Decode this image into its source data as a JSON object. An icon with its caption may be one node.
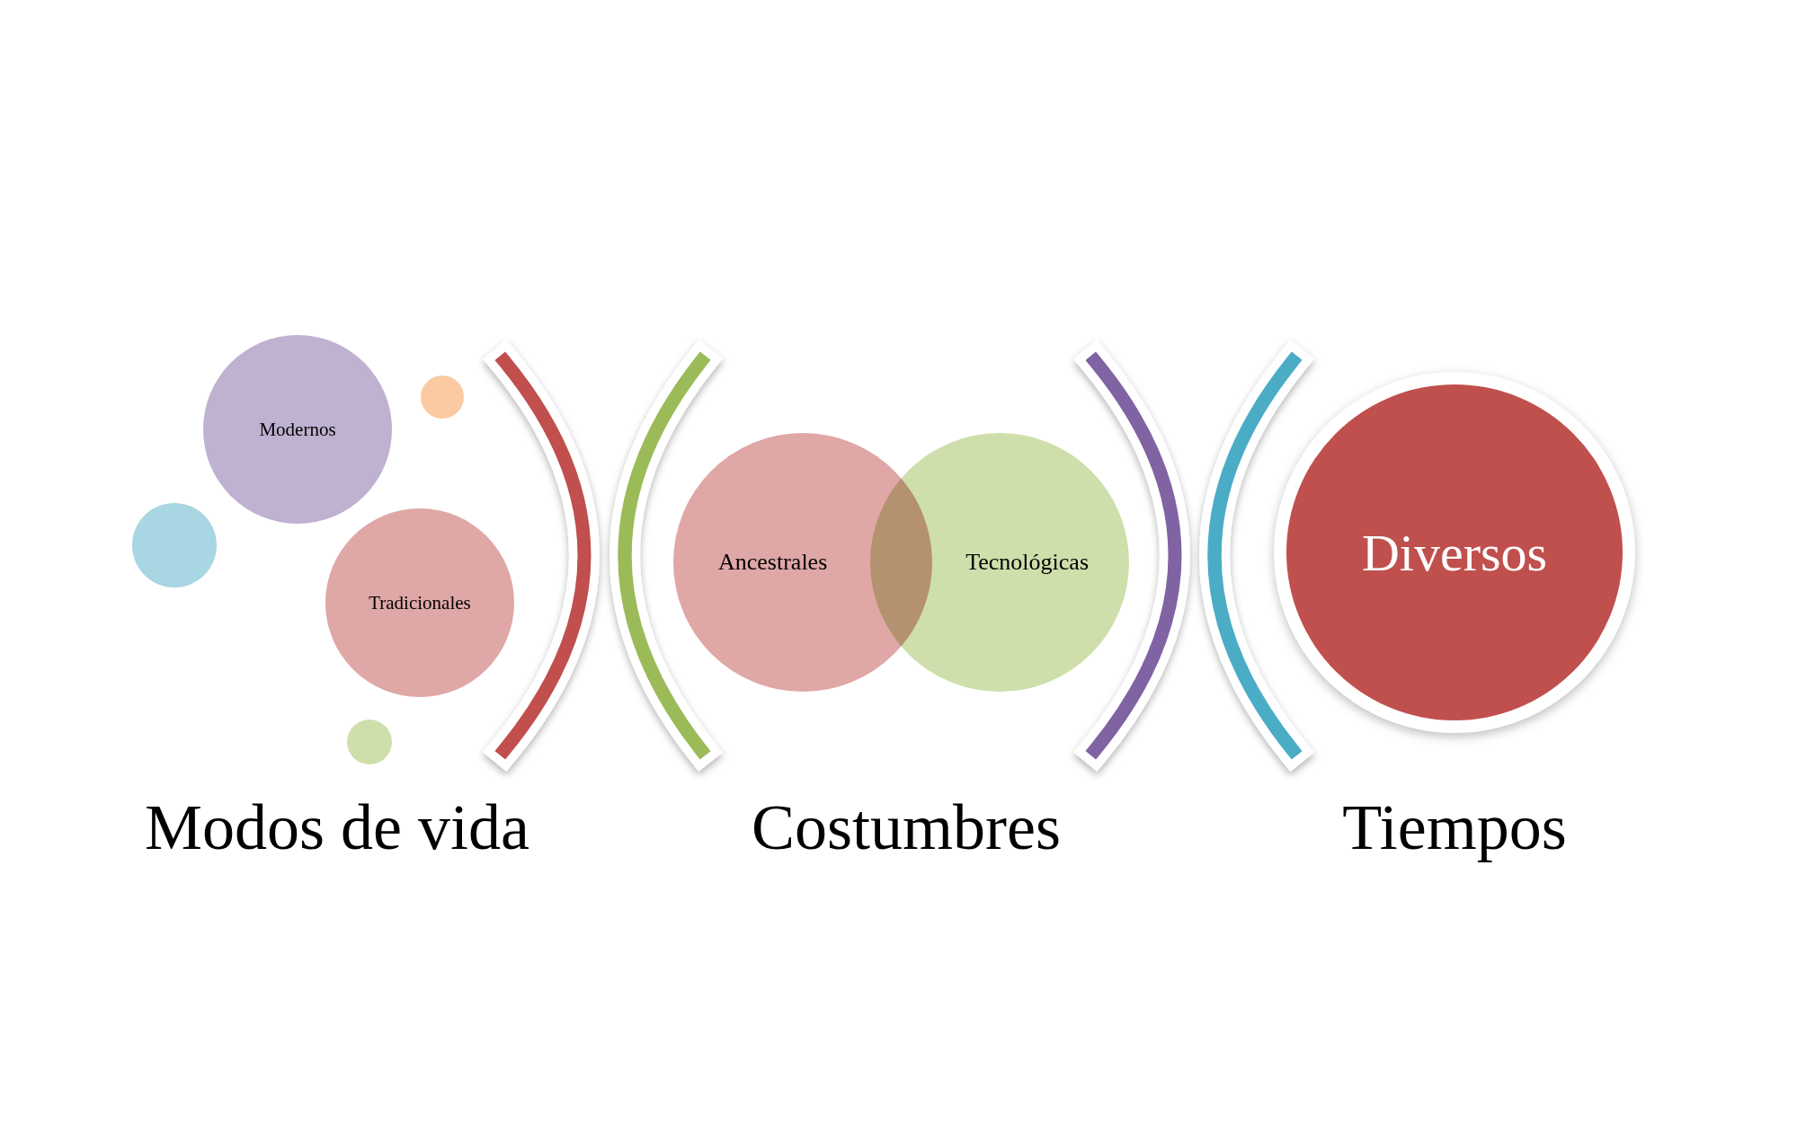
{
  "diagram": {
    "nodes": [
      {
        "text": [
          "Modernos"
        ]
      },
      {
        "text": [
          "Tradicionales"
        ]
      },
      {
        "text": [],
        "shape": "circle"
      },
      {
        "text": [],
        "shape": "circle"
      },
      {
        "text": [],
        "shape": "circle"
      },
      {
        "text": [
          "Ancestrales"
        ]
      },
      {
        "text": [
          "Tecnológicas"
        ]
      },
      {
        "text": [
          "Diversos"
        ]
      }
    ],
    "edges": [],
    "labels": [
      "Modos de vida",
      "Costumbres",
      "Tiempos"
    ]
  }
}
